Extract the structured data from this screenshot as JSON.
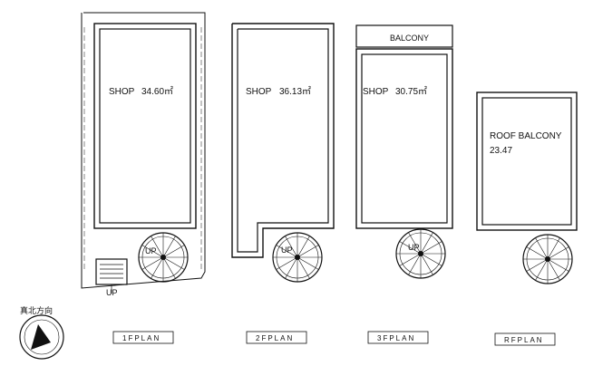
{
  "plans": [
    {
      "id": "1f",
      "plan_label": "1FPLAN",
      "room_name": "SHOP",
      "room_area": "34.60㎡",
      "stair_up": "UP",
      "entry_up": "UP"
    },
    {
      "id": "2f",
      "plan_label": "2FPLAN",
      "room_name": "SHOP",
      "room_area": "36.13㎡",
      "stair_up": "UP"
    },
    {
      "id": "3f",
      "plan_label": "3FPLAN",
      "room_name": "SHOP",
      "room_area": "30.75㎡",
      "balcony_label": "BALCONY",
      "stair_up": "UP"
    },
    {
      "id": "rf",
      "plan_label": "RFPLAN",
      "room_name_line1": "ROOF BALCONY",
      "room_area": "23.47"
    }
  ],
  "compass": {
    "label": "真北方向",
    "icon": "north-arrow-icon"
  }
}
